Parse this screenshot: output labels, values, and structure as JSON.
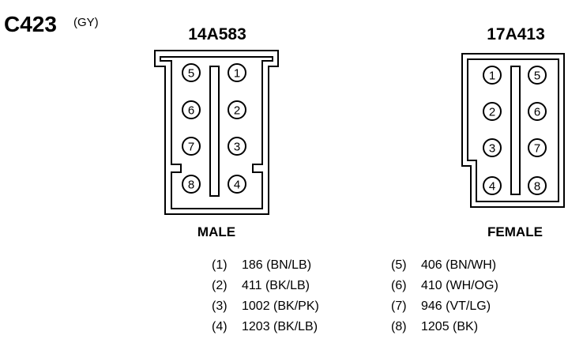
{
  "connector": {
    "id": "C423",
    "color_code": "(GY)"
  },
  "male": {
    "part_number": "14A583",
    "label": "MALE",
    "left_pins": [
      "5",
      "6",
      "7",
      "8"
    ],
    "right_pins": [
      "1",
      "2",
      "3",
      "4"
    ]
  },
  "female": {
    "part_number": "17A413",
    "label": "FEMALE",
    "left_pins": [
      "1",
      "2",
      "3",
      "4"
    ],
    "right_pins": [
      "5",
      "6",
      "7",
      "8"
    ]
  },
  "circuits_left": [
    {
      "pin": "(1)",
      "circuit": "186 (BN/LB)"
    },
    {
      "pin": "(2)",
      "circuit": "411 (BK/LB)"
    },
    {
      "pin": "(3)",
      "circuit": "1002 (BK/PK)"
    },
    {
      "pin": "(4)",
      "circuit": "1203 (BK/LB)"
    }
  ],
  "circuits_right": [
    {
      "pin": "(5)",
      "circuit": "406 (BN/WH)"
    },
    {
      "pin": "(6)",
      "circuit": "410 (WH/OG)"
    },
    {
      "pin": "(7)",
      "circuit": "946 (VT/LG)"
    },
    {
      "pin": "(8)",
      "circuit": "1205 (BK)"
    }
  ]
}
